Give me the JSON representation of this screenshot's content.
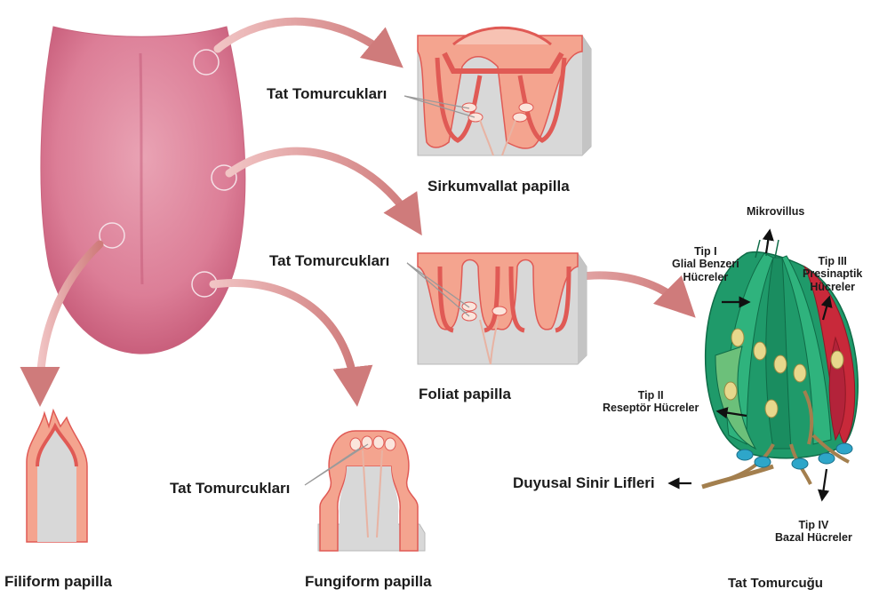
{
  "labels": {
    "taste_buds_1": "Tat Tomurcukları",
    "taste_buds_2": "Tat Tomurcukları",
    "taste_buds_3": "Tat Tomurcukları",
    "circumvallate": "Sirkumvallat papilla",
    "foliate": "Foliat papilla",
    "filiform": "Filiform papilla",
    "fungiform": "Fungiform papilla",
    "taste_bud": "Tat Tomurcuğu",
    "microvillus": "Mikrovillus",
    "type1_line1": "Tip I",
    "type1_line2": "Glial Benzeri",
    "type1_line3": "Hücreler",
    "type2_line1": "Tip II",
    "type2_line2": "Reseptör Hücreler",
    "type3_line1": "Tip III",
    "type3_line2": "Presinaptik",
    "type3_line3": "Hücreler",
    "type4_line1": "Tip IV",
    "type4_line2": "Bazal Hücreler",
    "sensory_fibers": "Duyusal Sinir Lifleri"
  },
  "colors": {
    "tongue": "#d9768e",
    "tissue_pink": "#f4a48f",
    "tissue_red": "#e05a55",
    "block_gray": "#d8d8d8",
    "arrow_pink": "#d98a8a",
    "cell_green": "#1f9a6a",
    "cell_red": "#c8293a",
    "cell_blue": "#2ea6c9",
    "nerve_brown": "#a37f4e",
    "nucleus_yellow": "#e7d88c"
  }
}
